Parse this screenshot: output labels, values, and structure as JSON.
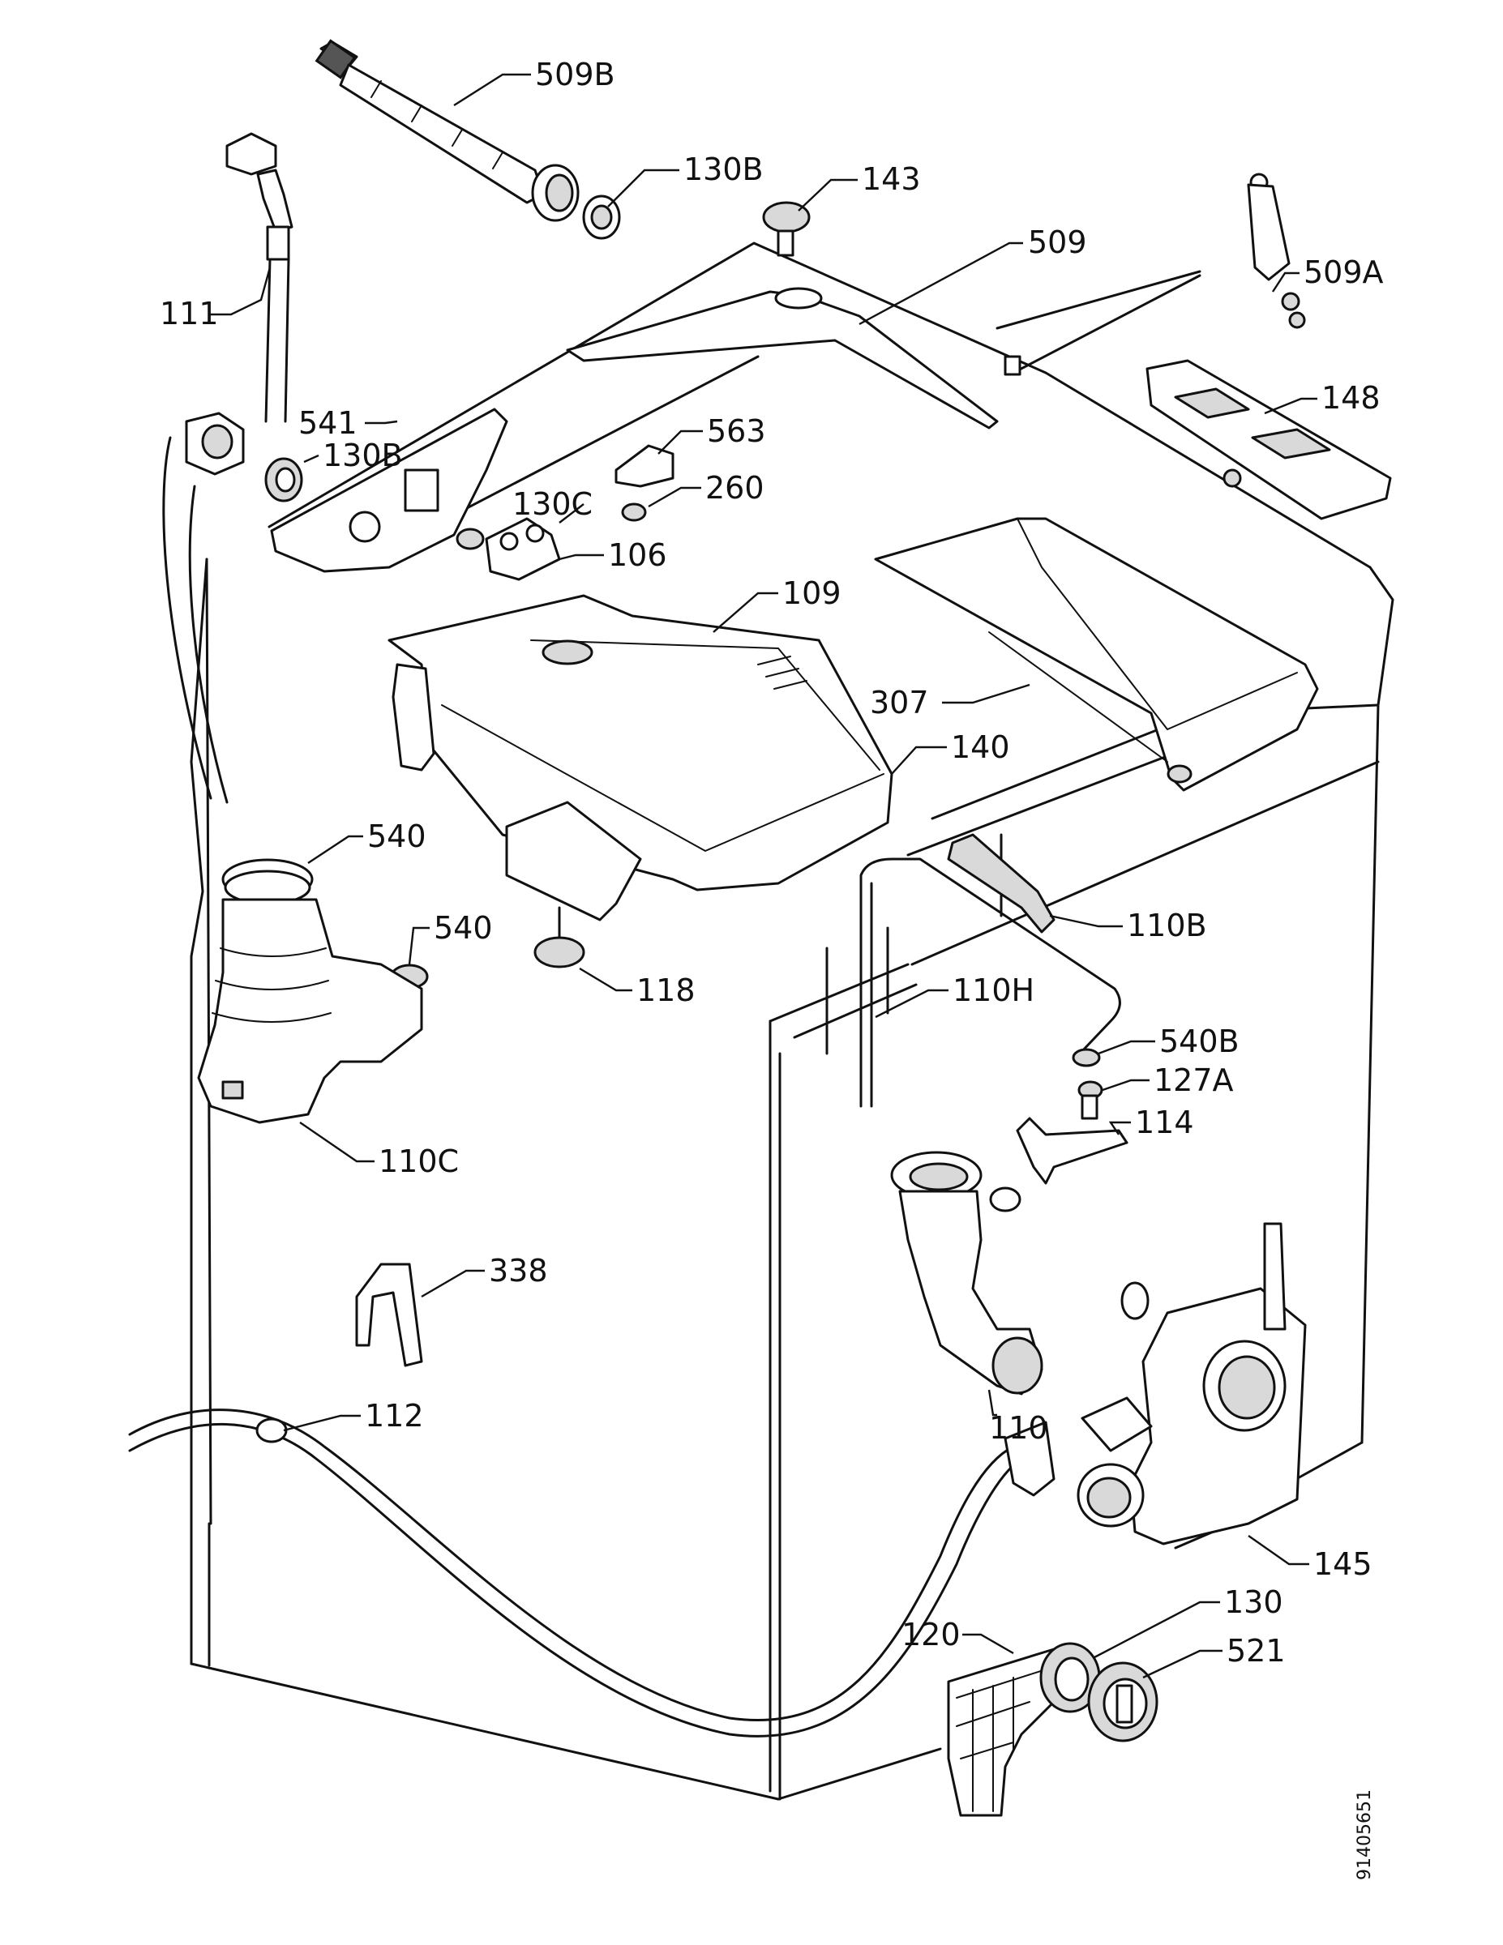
{
  "parts": [
    {
      "id": "p509b",
      "label": "509B"
    },
    {
      "id": "p130b_top",
      "label": "130B"
    },
    {
      "id": "p143",
      "label": "143"
    },
    {
      "id": "p509",
      "label": "509"
    },
    {
      "id": "p509a",
      "label": "509A"
    },
    {
      "id": "p111",
      "label": "111"
    },
    {
      "id": "p148",
      "label": "148"
    },
    {
      "id": "p541",
      "label": "541"
    },
    {
      "id": "p130b_mid",
      "label": "130B"
    },
    {
      "id": "p563",
      "label": "563"
    },
    {
      "id": "p130c",
      "label": "130C"
    },
    {
      "id": "p260",
      "label": "260"
    },
    {
      "id": "p106",
      "label": "106"
    },
    {
      "id": "p109",
      "label": "109"
    },
    {
      "id": "p307",
      "label": "307"
    },
    {
      "id": "p140",
      "label": "140"
    },
    {
      "id": "p540_a",
      "label": "540"
    },
    {
      "id": "p540_b",
      "label": "540"
    },
    {
      "id": "p110b",
      "label": "110B"
    },
    {
      "id": "p118",
      "label": "118"
    },
    {
      "id": "p110h",
      "label": "110H"
    },
    {
      "id": "p540b",
      "label": "540B"
    },
    {
      "id": "p127a",
      "label": "127A"
    },
    {
      "id": "p110c",
      "label": "110C"
    },
    {
      "id": "p114",
      "label": "114"
    },
    {
      "id": "p338",
      "label": "338"
    },
    {
      "id": "p112",
      "label": "112"
    },
    {
      "id": "p110",
      "label": "110"
    },
    {
      "id": "p145",
      "label": "145"
    },
    {
      "id": "p130",
      "label": "130"
    },
    {
      "id": "p120",
      "label": "120"
    },
    {
      "id": "p521",
      "label": "521"
    }
  ],
  "drawing_code": "91405651"
}
